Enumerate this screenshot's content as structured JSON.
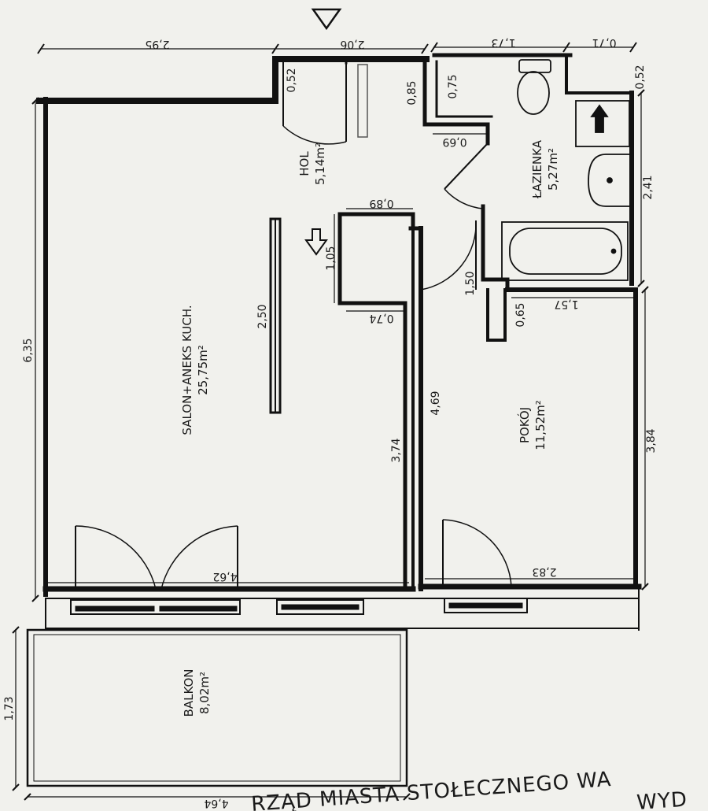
{
  "rooms": {
    "salon": {
      "name": "SALON+ANEKS KUCH.",
      "area": "25,75m²"
    },
    "hol": {
      "name": "HOL",
      "area": "5,14m²"
    },
    "lazienka": {
      "name": "ŁAZIENKA",
      "area": "5,27m²"
    },
    "pokoj": {
      "name": "POKÓJ",
      "area": "11,52m²"
    },
    "balkon": {
      "name": "BALKON",
      "area": "8,02m²"
    }
  },
  "dimensions": {
    "top_left": "2,95",
    "top_hol": "2,06",
    "top_bath": "1,73",
    "top_right": "0,71",
    "left_height": "6,35",
    "hol_niche": "0,52",
    "entry_wall": "0,85",
    "bath_wall_top": "0,75",
    "bath_wall_width": "0,69",
    "bath_right_top": "0,52",
    "bath_right": "2,41",
    "closet_width": "0,89",
    "closet_height": "1,05",
    "closet_bottom": "0,74",
    "salon_wardrobe": "2,50",
    "salon_right_wall": "3,74",
    "pokoj_left_wall": "4,69",
    "bath_door": "1,50",
    "pokoj_stub": "0,65",
    "pokoj_top": "1,57",
    "pokoj_right": "3,84",
    "salon_bottom": "4,62",
    "pokoj_bottom": "2,83",
    "balkon_height": "1,73",
    "balkon_width": "4,64"
  },
  "stamp": {
    "line1": "RZĄD MIASTA STOŁECZNEGO WA",
    "line2": "WYD"
  }
}
